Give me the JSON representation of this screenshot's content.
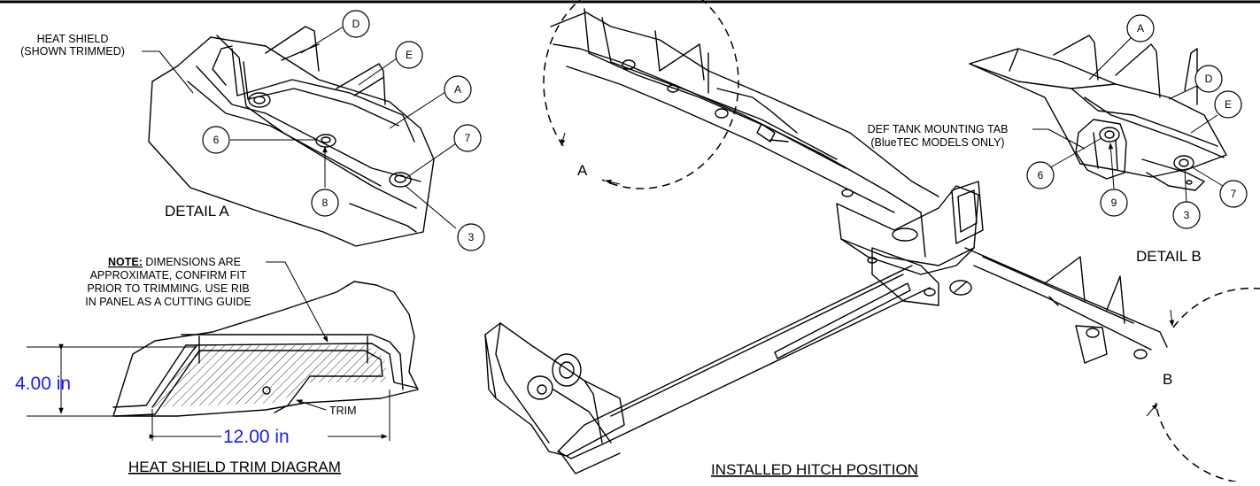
{
  "detail_a": {
    "title": "DETAIL  A",
    "heat_shield_label_line1": "HEAT SHIELD",
    "heat_shield_label_line2": "(SHOWN TRIMMED)",
    "callouts": [
      "D",
      "E",
      "A",
      "7",
      "6",
      "8",
      "3"
    ]
  },
  "trim_diagram": {
    "note_heading": "NOTE:",
    "note_line1": " DIMENSIONS ARE",
    "note_line2": "APPROXIMATE, CONFIRM FIT",
    "note_line3": "PRIOR TO TRIMMING.  USE RIB",
    "note_line4": "IN PANEL AS A CUTTING GUIDE",
    "trim_label": "TRIM",
    "height_dim": "4.00 in",
    "width_dim": "12.00 in",
    "title": "HEAT SHIELD TRIM DIAGRAM"
  },
  "installed": {
    "title": "INSTALLED HITCH POSITION",
    "view_a_letter": "A",
    "view_b_letter": "B"
  },
  "detail_b": {
    "title": "DETAIL  B",
    "tab_label_line1": "DEF TANK MOUNTING TAB",
    "tab_label_line2": "(BlueTEC MODELS ONLY)",
    "callouts": [
      "A",
      "D",
      "E",
      "6",
      "9",
      "3",
      "7"
    ]
  },
  "colors": {
    "dimension_text": "#1a1aff",
    "line": "#000000"
  }
}
